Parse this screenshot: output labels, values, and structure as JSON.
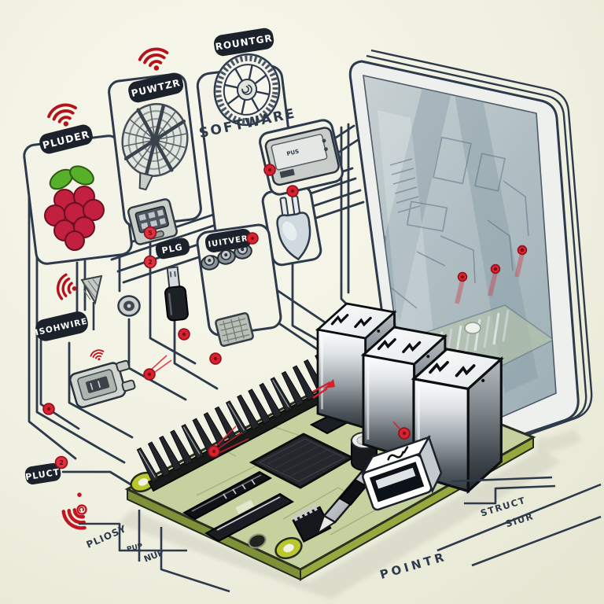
{
  "scene": {
    "description": "Isometric illustration of a Raspberry Pi style circuit board with callout diagram labels, hardware icons and a large tablet screen showing a ghosted circuit view",
    "background": "#f1f1e3"
  },
  "labels": {
    "pluder": "PLUDER",
    "puwtzr": "PUWTZR",
    "rountgr": "ROUNTGR",
    "software": "SOFTWARE",
    "plg": "PLG",
    "iuitver": "IUITVER",
    "isohwire": "ISOHWIRE",
    "pluct": "PLUCT",
    "pus": "PUS",
    "pliosy": "PLIOSY",
    "pup": "PUP",
    "nup": "NUP",
    "struct": "STRUCT",
    "siur": "SIUR",
    "pointr": "POINTR"
  },
  "badges": {
    "connector_upper": "5",
    "connector_lower": "2",
    "pluct": "2"
  },
  "colors": {
    "line": "#2c3a4c",
    "banner": "#1b222c",
    "banner_text": "#ffffff",
    "accent_red": "#cf1f2e",
    "board_green": "#c6d1a0",
    "board_edge_lime": "#b9cc3a",
    "raspberry_red": "#c2203e",
    "leaf_green": "#58b02a",
    "chrome_light": "#f4f6f7",
    "glass": "#b5c3c8",
    "cream_panel": "#f3f3e7"
  },
  "icons": [
    "wifi-icon",
    "raspberry-logo-icon",
    "fan-icon",
    "gear-icon",
    "hdmi-connector-icon",
    "power-plug-icon",
    "audio-jack-icon",
    "usb-plug-icon",
    "barrel-jack-icon",
    "chip-icon",
    "antenna-icon",
    "card-clip-icon",
    "device-panel-icon",
    "marker-badge-icon",
    "laser-marker-icon",
    "tablet-icon",
    "circuit-board-icon"
  ]
}
